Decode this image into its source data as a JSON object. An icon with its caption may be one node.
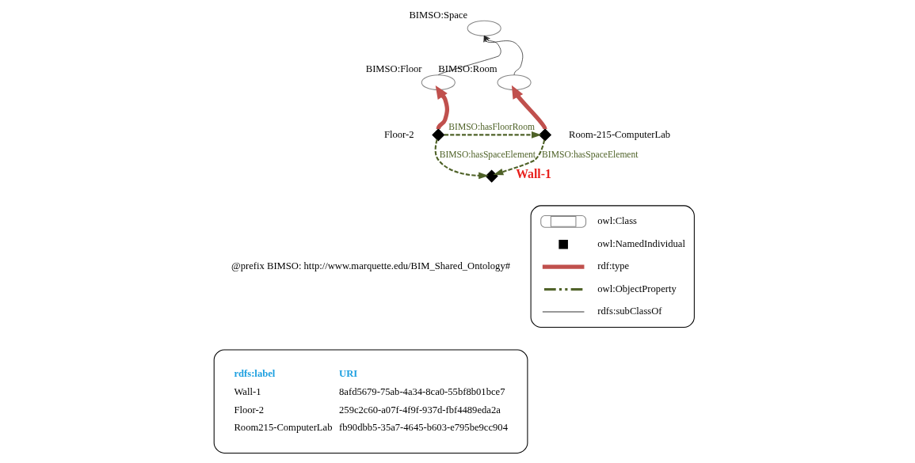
{
  "diagram": {
    "nodes": [
      {
        "text": [],
        "shape": "ellipse",
        "beside": [
          "BIMSO:Space"
        ]
      },
      {
        "text": [],
        "shape": "ellipse",
        "beside": [
          "BIMSO:Floor"
        ]
      },
      {
        "text": [],
        "shape": "ellipse",
        "beside": [
          "BIMSO:Room"
        ]
      },
      {
        "text": [],
        "shape": "diamond",
        "beside": [
          "Floor-2"
        ]
      },
      {
        "text": [],
        "shape": "diamond",
        "beside": [
          "Room-215-ComputerLab"
        ]
      },
      {
        "text": [],
        "shape": "diamond",
        "beside": [
          "Wall-1"
        ]
      },
      {
        "text": [
          "rdfs:label",
          "URI",
          "Wall-1",
          "8afd5679-75ab-4a34-8ca0-55bf8b01bce7",
          "Floor-2",
          "259c2c60-a07f-4f9f-937d-fbf4489eda2a",
          "Room215-ComputerLab",
          "fb90dbb5-35a7-4645-b603-e795be9cc904"
        ]
      }
    ],
    "edges": [
      {
        "from": 1,
        "to": 0,
        "arrow": "to"
      },
      {
        "from": 2,
        "to": 0,
        "arrow": "to"
      },
      {
        "from": 3,
        "to": 1,
        "arrow": "to",
        "style": "thick",
        "color": "#c0504d"
      },
      {
        "from": 4,
        "to": 2,
        "arrow": "to",
        "style": "thick",
        "color": "#c0504d"
      },
      {
        "from": 3,
        "to": 4,
        "arrow": "to",
        "label": "BIMSO:hasFloorRoom",
        "style": "dashed",
        "color": "#4f6228"
      },
      {
        "from": 3,
        "to": 5,
        "arrow": "to",
        "label": "BIMSO:hasSpaceElement",
        "style": "dashed",
        "color": "#4f6228"
      },
      {
        "from": 4,
        "to": 5,
        "arrow": "to",
        "label": "BIMSO:hasSpaceElement",
        "style": "dashed",
        "color": "#4f6228"
      }
    ],
    "labels": [
      "@prefix BIMSO: http://www.marquette.edu/BIM_Shared_Ontology#"
    ],
    "legend": [
      {
        "text": "owl:Class"
      },
      {
        "text": "owl:NamedIndividual"
      },
      {
        "text": "rdf:type"
      },
      {
        "text": "owl:ObjectProperty"
      },
      {
        "text": "rdfs:subClassOf"
      }
    ]
  }
}
